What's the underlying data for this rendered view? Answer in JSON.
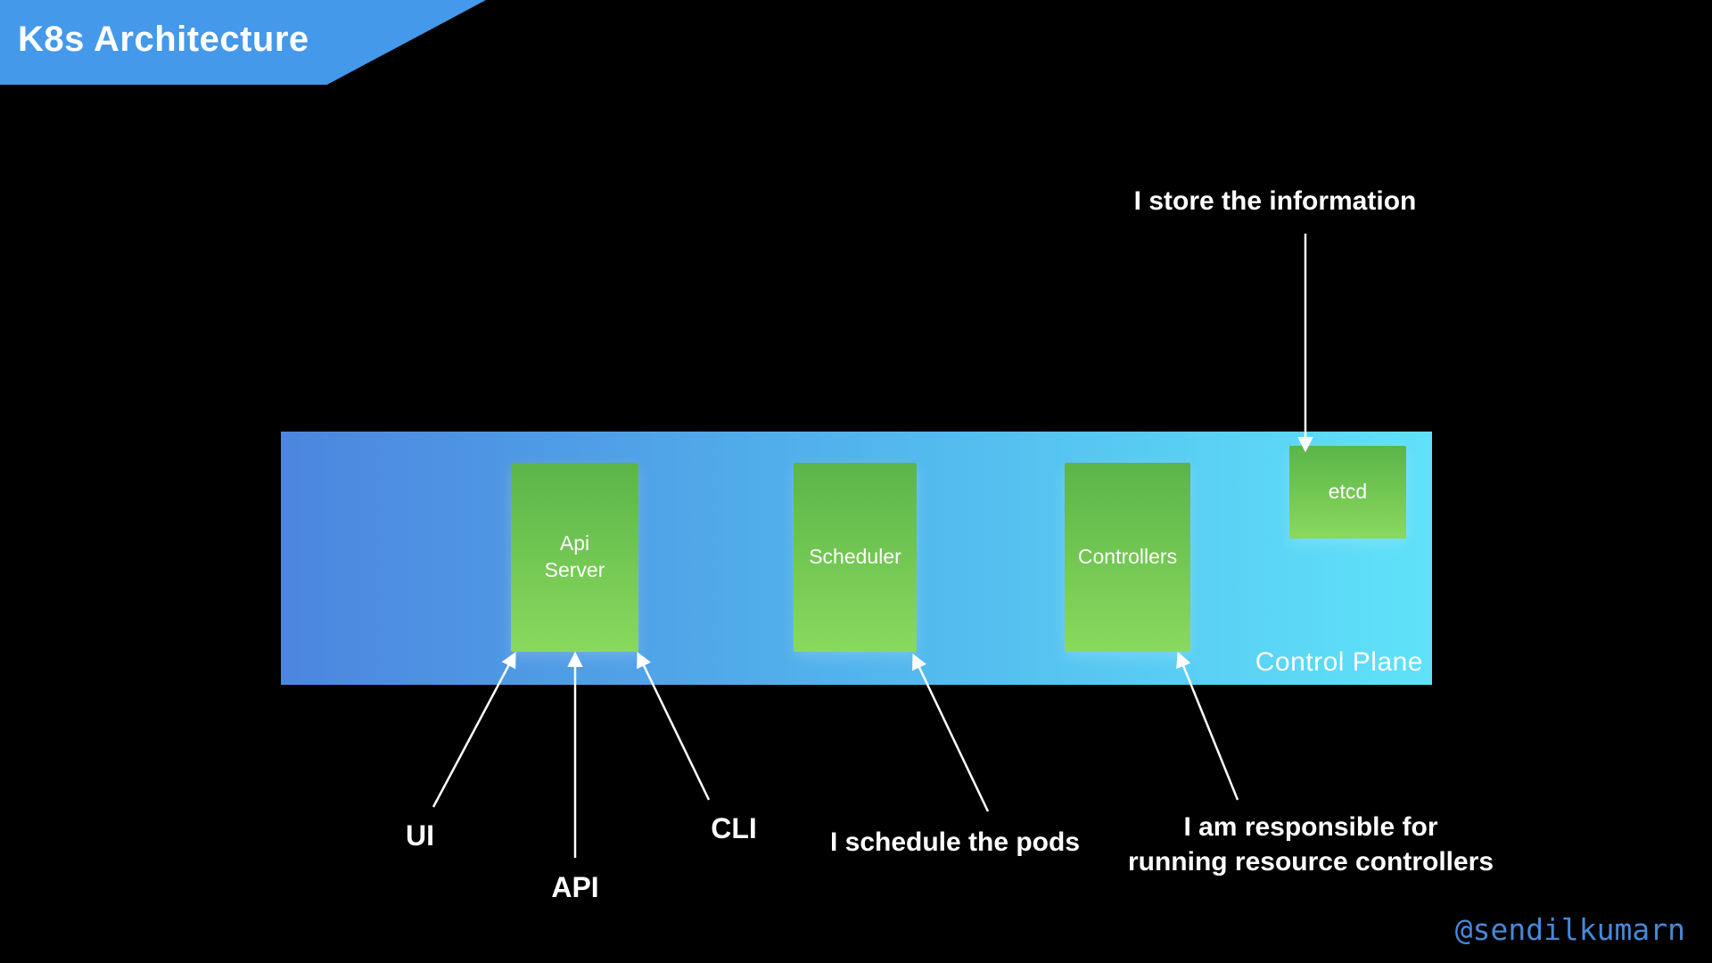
{
  "banner": {
    "title": "K8s Architecture"
  },
  "control_plane": {
    "label": "Control Plane",
    "components": {
      "api_server": "Api Server",
      "scheduler": "Scheduler",
      "controllers": "Controllers",
      "etcd": "etcd"
    }
  },
  "annotations": {
    "store_info": "I store the information",
    "ui": "UI",
    "api": "API",
    "cli": "CLI",
    "schedule": "I schedule the pods",
    "responsible_line1": "I am responsible for",
    "responsible_line2": "running resource controllers"
  },
  "footer": {
    "handle": "@sendilkumarn"
  },
  "colors": {
    "background": "#000000",
    "banner_blue": "#4499ea",
    "plane_gradient_left": "#4c85df",
    "plane_gradient_right": "#5fe2f9",
    "component_green_top": "#5bb548",
    "component_green_bottom": "#89d95e",
    "handle_blue": "#4788d8",
    "arrow_white": "#ffffff",
    "text_white": "#ffffff"
  }
}
